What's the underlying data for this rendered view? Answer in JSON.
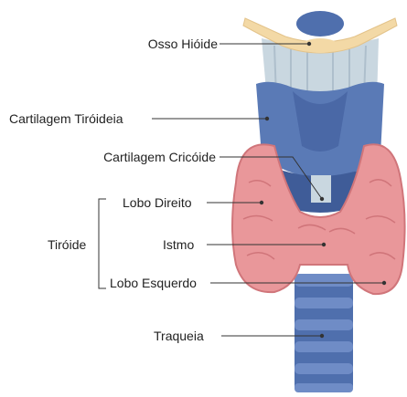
{
  "labels": {
    "hyoid": "Osso Hióide",
    "thyroid_cartilage": "Cartilagem Tiróideia",
    "cricoid": "Cartilagem Cricóide",
    "right_lobe": "Lobo Direito",
    "isthmus": "Istmo",
    "left_lobe": "Lobo Esquerdo",
    "thyroid_group": "Tiróide",
    "trachea": "Traqueia"
  },
  "colors": {
    "bone": "#f3d9a6",
    "ligament": "#c9d7e0",
    "cartilage": "#5a7ab6",
    "cartilage_dark": "#3f5c98",
    "thyroid": "#e9979a",
    "thyroid_dark": "#d0757a",
    "leader": "#333333"
  }
}
